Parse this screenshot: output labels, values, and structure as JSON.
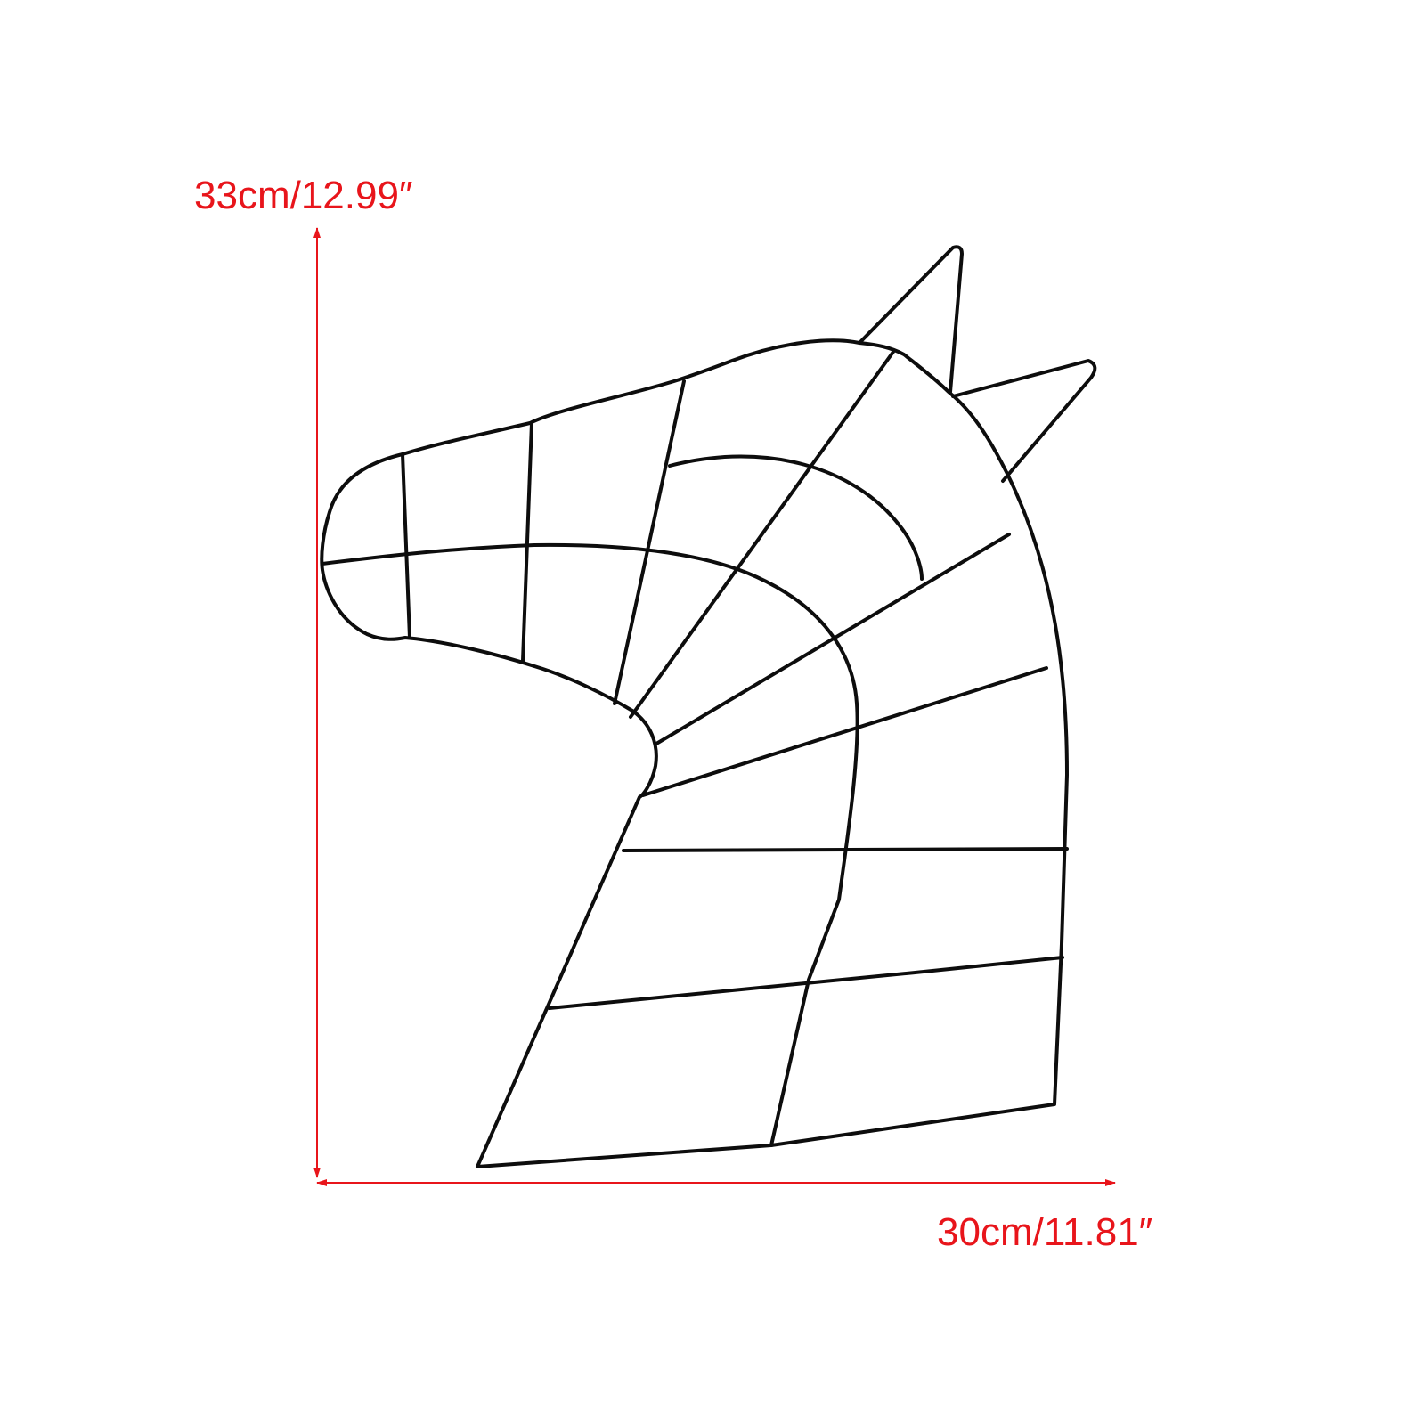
{
  "dimensions": {
    "height_label": "33cm/12.99″",
    "width_label": "30cm/11.81″"
  },
  "colors": {
    "annotation": "#e8151b",
    "wire": "#0d0d0d",
    "background": "#ffffff"
  },
  "product": {
    "subject": "wire-frame horse head",
    "icon": "horse-head-wire-frame"
  }
}
